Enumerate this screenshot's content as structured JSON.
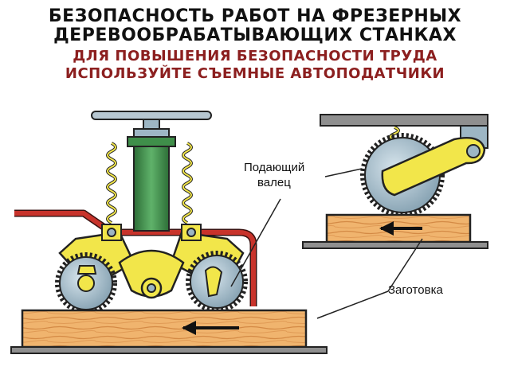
{
  "title": {
    "line1": "БЕЗОПАСНОСТЬ РАБОТ НА ФРЕЗЕРНЫХ",
    "line2": "ДЕРЕВООБРАБАТЫВАЮЩИХ СТАНКАХ"
  },
  "subtitle": {
    "line1": "ДЛЯ ПОВЫШЕНИЯ БЕЗОПАСНОСТИ ТРУДА",
    "line2": "ИСПОЛЬЗУЙТЕ СЪЕМНЫЕ АВТОПОДАТЧИКИ"
  },
  "labels": {
    "feed_roller_line1": "Подающий",
    "feed_roller_line2": "валец",
    "workpiece": "Заготовка"
  },
  "colors": {
    "title": "#111111",
    "subtitle": "#8c1f1f",
    "wood": "#f0b46e",
    "wood_grain": "#d48a45",
    "yellow_arm": "#f2e64a",
    "green_column": "#3f8f4a",
    "steel": "#9db6c4",
    "frame_red": "#c8332b",
    "base_grey": "#8f8f8f"
  }
}
